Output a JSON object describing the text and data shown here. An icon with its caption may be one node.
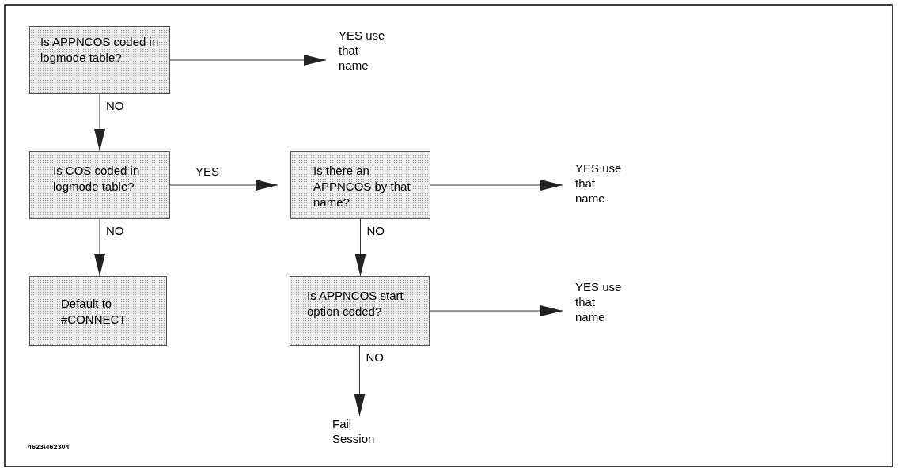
{
  "diagram": {
    "nodes": [
      {
        "text": [
          "Is APPNCOS coded in logmode table?"
        ]
      },
      {
        "text": [
          "YES use that name"
        ]
      },
      {
        "text": [
          "Is COS coded in logmode table?"
        ]
      },
      {
        "text": [
          "Is there an APPNCOS by that name?"
        ]
      },
      {
        "text": [
          "YES use that name"
        ]
      },
      {
        "text": [
          "Default to #CONNECT"
        ]
      },
      {
        "text": [
          "Is APPNCOS start option coded?"
        ]
      },
      {
        "text": [
          "YES use that name"
        ]
      },
      {
        "text": [
          "Fail Session"
        ]
      }
    ],
    "edges": [
      {
        "from": 0,
        "to": 1,
        "arrow": "to"
      },
      {
        "from": 0,
        "to": 2,
        "arrow": "to",
        "label": "NO"
      },
      {
        "from": 2,
        "to": 3,
        "arrow": "to",
        "label": "YES"
      },
      {
        "from": 3,
        "to": 4,
        "arrow": "to"
      },
      {
        "from": 2,
        "to": 5,
        "arrow": "to",
        "label": "NO"
      },
      {
        "from": 3,
        "to": 6,
        "arrow": "to",
        "label": "NO"
      },
      {
        "from": 6,
        "to": 7,
        "arrow": "to"
      },
      {
        "from": 6,
        "to": 8,
        "arrow": "to",
        "label": "NO"
      }
    ],
    "labels": [
      "4623\\462304"
    ]
  }
}
